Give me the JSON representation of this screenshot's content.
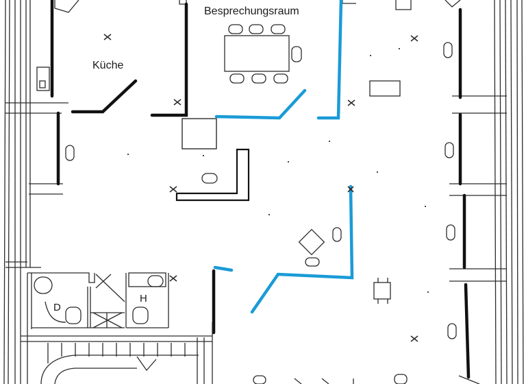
{
  "labels": {
    "meeting_room": "Besprechungsraum",
    "kitchen": "Küche",
    "room_d": "D",
    "room_h": "H"
  },
  "legend_colors": {
    "existing_wall": "#111111",
    "new_wall": "#1a9bd7",
    "drawing_lines": "#2b2b2b"
  },
  "icons": [
    "column-icon",
    "table-icon",
    "chair-icon",
    "toilet-icon",
    "sink-icon",
    "staircase-icon"
  ]
}
